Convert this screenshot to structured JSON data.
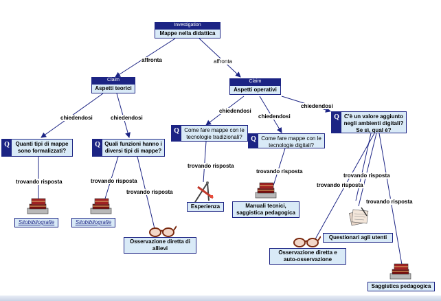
{
  "root": {
    "header": "Investigation",
    "title": "Mappe nella didattica"
  },
  "claims": [
    {
      "header": "Claim",
      "title": "Aspetti teorici"
    },
    {
      "header": "Claim",
      "title": "Aspetti operativi"
    }
  ],
  "questions": [
    "Quanti tipi di mappe sono formalizzati?",
    "Quali funzioni hanno i diversi tipi di mappe?",
    "Come fare mappe con le tecnologie tradizionali?",
    "Come fare mappe con le tecnologie digitali?",
    "C'è un valore aggiunto negli ambienti digitali? Se sì, qual è?"
  ],
  "answers": [
    "Sitobibliografie",
    "Sitobibliografie",
    "Osservazione diretta di allievi",
    "Esperienza",
    "Manuali tecnici, saggistica pedagogica",
    "Osservazione diretta e auto-osservazione",
    "Questionari agli utenti",
    "Saggistica pedagogica"
  ],
  "links": {
    "affronta": "affronta",
    "chiedendosi": "chiedendosi",
    "trovando_risposta": "trovando risposta"
  },
  "icons": {
    "icon_question": "Q",
    "books": "books-icon",
    "glasses": "glasses-icon",
    "tools": "compass-pencil-icon",
    "papers": "papers-icon"
  },
  "colors": {
    "header": "#1c2484",
    "box": "#d9eaf7",
    "edge": "#1c2484"
  }
}
